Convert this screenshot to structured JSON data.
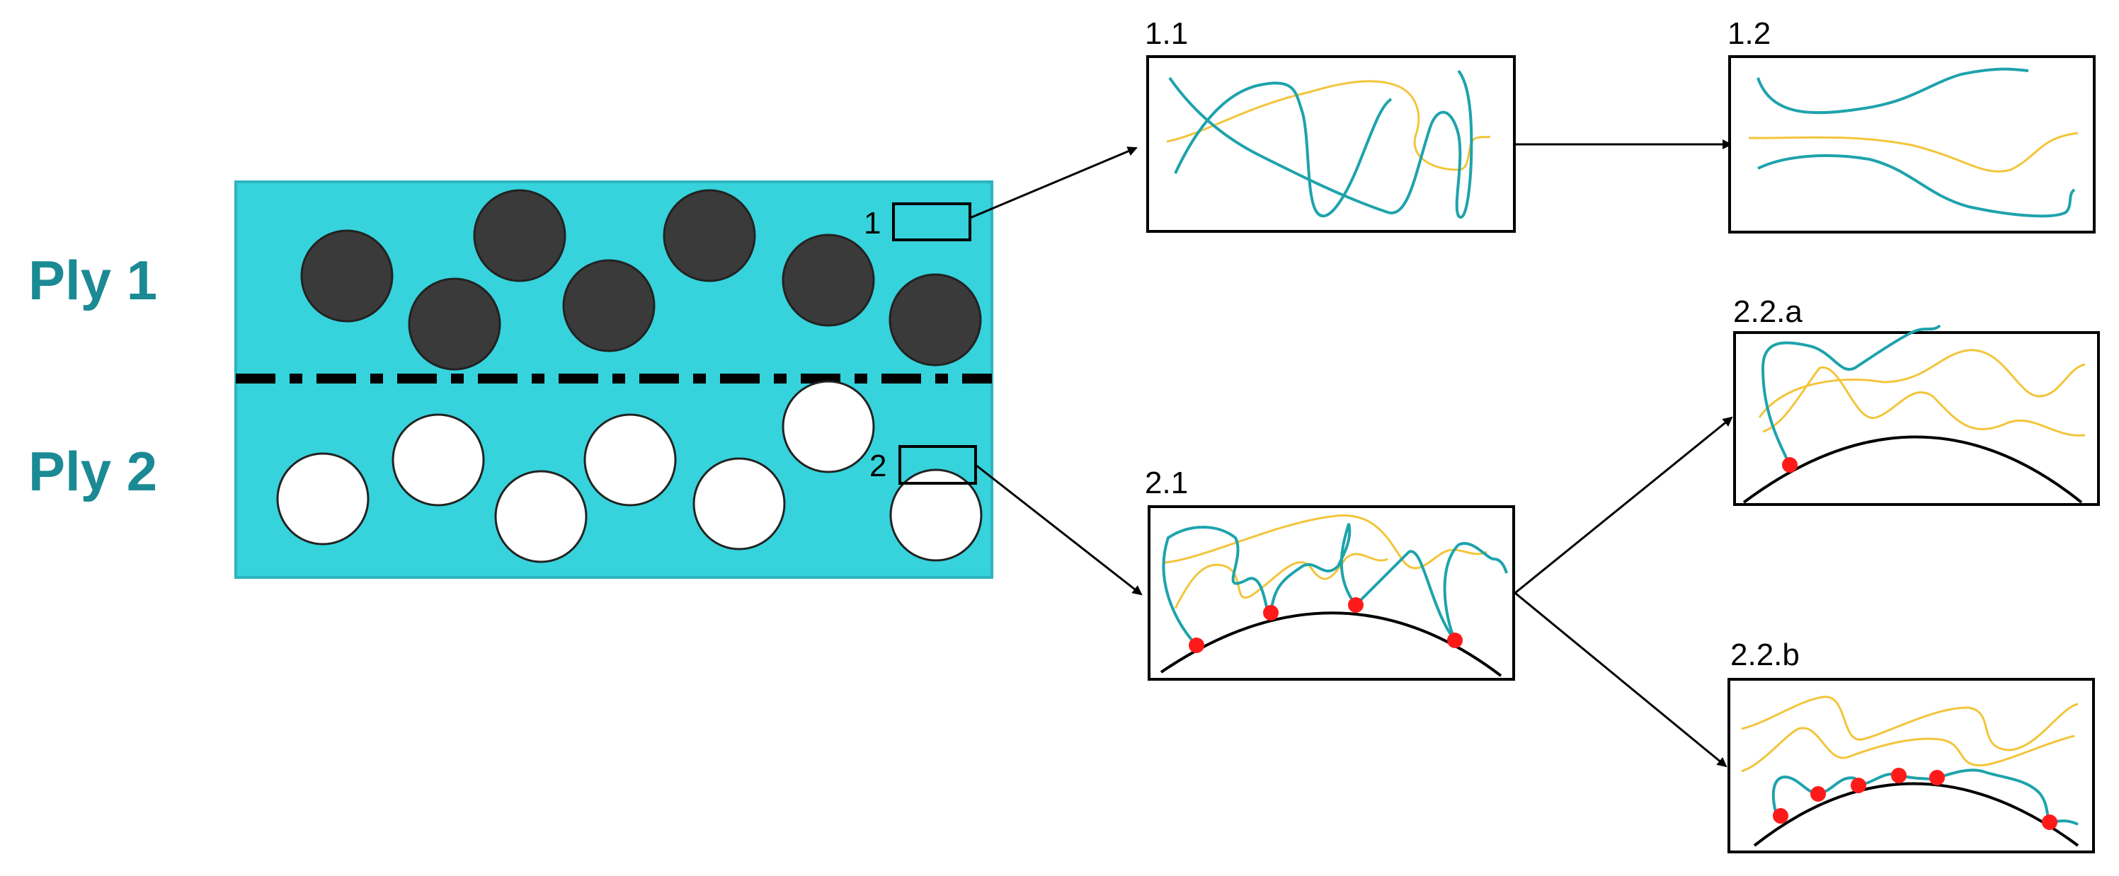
{
  "plies": {
    "ply1_label": "Ply 1",
    "ply2_label": "Ply 2"
  },
  "regions": {
    "region1_label": "1",
    "region2_label": "2"
  },
  "panels": {
    "p11": "1.1",
    "p12": "1.2",
    "p21": "2.1",
    "p22a": "2.2.a",
    "p22b": "2.2.b"
  },
  "colors": {
    "matrix": "#36d3dc",
    "matrix_border": "#2bb5bf",
    "ply_label": "#1b8a94",
    "fiber_dark": "#3a3a3a",
    "fiber_light": "#ffffff",
    "chain_teal": "#1ea3ac",
    "chain_yellow": "#f2c53a",
    "bond_point": "#ff1a1a"
  }
}
